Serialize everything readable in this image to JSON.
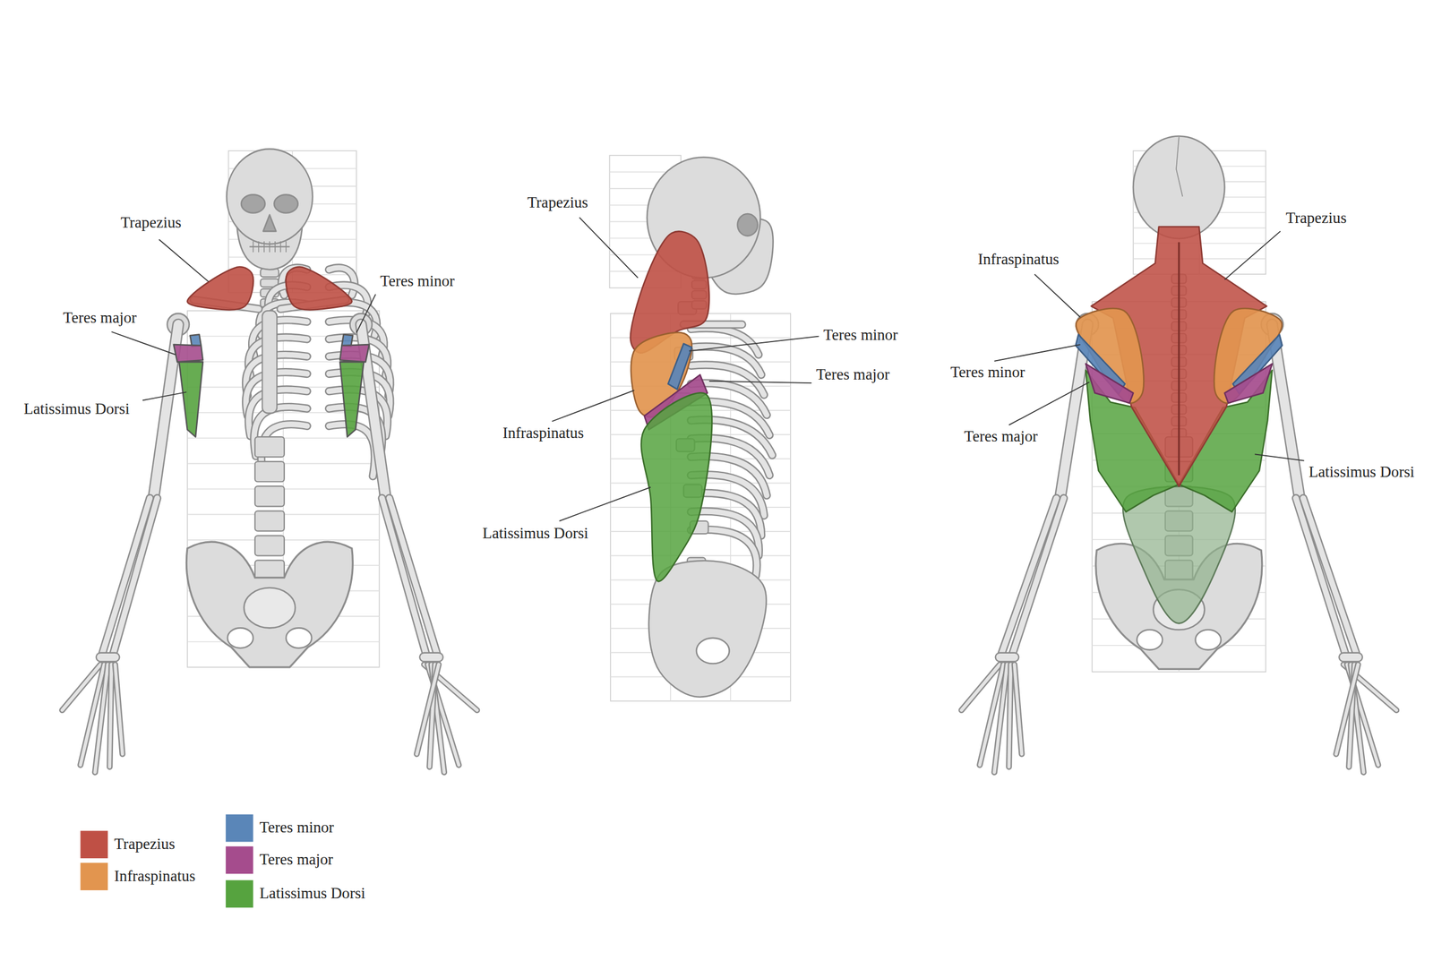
{
  "diagram": {
    "labels": [
      "Trapezius",
      "Teres minor",
      "Teres major",
      "Latissimus Dorsi",
      "Trapezius",
      "Teres minor",
      "Teres major",
      "Infraspinatus",
      "Latissimus Dorsi",
      "Trapezius",
      "Infraspinatus",
      "Teres minor",
      "Teres major",
      "Latissimus Dorsi"
    ],
    "legend": [
      {
        "text": "Trapezius",
        "color": "#bf5045"
      },
      {
        "text": "Infraspinatus",
        "color": "#e2954f"
      },
      {
        "text": "Teres minor",
        "color": "#5a86b8"
      },
      {
        "text": "Teres major",
        "color": "#a54c8d"
      },
      {
        "text": "Latissimus Dorsi",
        "color": "#56a33f"
      }
    ]
  }
}
